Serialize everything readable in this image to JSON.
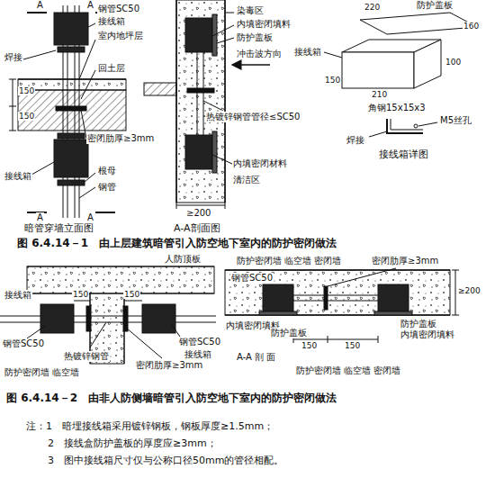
{
  "diagram": {
    "labels": [
      "钢管SC50",
      "接线箱",
      "室内地坪层",
      "焊接",
      "回土层",
      "150",
      "150",
      "密闭肋厚≥3mm",
      "接线箱",
      "根母",
      "钢管",
      "A",
      "A",
      "A",
      "A",
      "暗管穿墙立面图",
      "染毒区",
      "内填密闭填料",
      "防护盖板",
      "冲击波方向",
      "热镀锌钢管管径≤SC50",
      "内填密闭材料",
      "清洁区",
      "≥200",
      "A-A剖面图",
      "防护盖板",
      "220",
      "160",
      "接线箱",
      "150",
      "210",
      "100",
      "角钢15x15x3",
      "M5丝孔",
      "焊接",
      "接线箱详图",
      "图 6.4.14－1　由上层建筑暗管引入防空地下室内的防护密闭做法",
      "人防顶板",
      "接线箱",
      "150",
      "150",
      "钢管SC50",
      "热镀锌钢管",
      "钢管SC50",
      "接线箱",
      "密闭肋厚≥3mm",
      "防护密闭墙 临空墙",
      "防护密闭墙 临空墙 密闭墙",
      "密闭肋厚≥3mm",
      "≥200",
      "钢管SC50",
      "内填密闭填料",
      "防护盖板",
      "防护盖板",
      "内填密闭填料",
      "150",
      "150",
      "A-A 剖 面",
      "防护密闭墙 临空墙 密闭墙",
      "图 6.4.14－2　由非人防侧墙暗管引入防空地下室内的防护密闭做法",
      "注：1　暗埋接线箱采用镀锌钢板，钢板厚度≥1.5mm；",
      "2　接线盒防护盖板的厚度应≥3mm；",
      "3　图中接线箱尺寸仅与公称口径50mm的管径相配。"
    ]
  }
}
